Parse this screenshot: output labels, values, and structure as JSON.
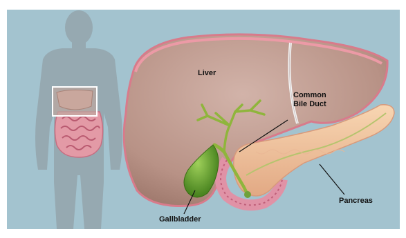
{
  "labels": {
    "liver": "Liver",
    "common_bile_duct": "Common Bile Duct",
    "gallbladder": "Gallbladder",
    "pancreas": "Pancreas"
  },
  "colors": {
    "background": "#a3c3cf",
    "liver": "#c4a399",
    "liver_rim": "#dc8a97",
    "bile_duct": "#8fb53c",
    "gallbladder": "#5f9f2a",
    "pancreas": "#f3c6a0",
    "intestine": "#e0889a",
    "silhouette": "#96a9b1"
  },
  "icons": {
    "figure": "human-body-silhouette-icon"
  }
}
